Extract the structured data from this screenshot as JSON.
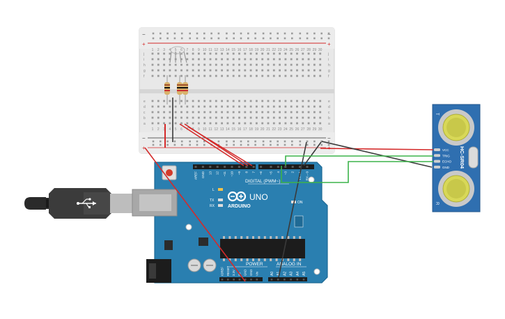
{
  "breadboard": {
    "row_letters_top": [
      "j",
      "i",
      "h",
      "g",
      "f"
    ],
    "row_letters_bottom": [
      "e",
      "d",
      "c",
      "b",
      "a"
    ],
    "column_numbers": [
      "1",
      "2",
      "3",
      "4",
      "5",
      "6",
      "7",
      "8",
      "9",
      "10",
      "11",
      "12",
      "13",
      "14",
      "15",
      "16",
      "17",
      "18",
      "19",
      "20",
      "21",
      "22",
      "23",
      "24",
      "25",
      "26",
      "27",
      "28",
      "29",
      "30"
    ],
    "rail_minus": "−",
    "rail_plus": "+"
  },
  "arduino": {
    "brand": "ARDUINO",
    "model": "UNO",
    "digital_label": "DIGITAL (PWM~)",
    "power_label": "POWER",
    "analog_label": "ANALOG IN",
    "on_label": "ON",
    "l_label": "L",
    "tx_label": "TX",
    "rx_label": "RX",
    "top_pins": [
      "AREF",
      "GND",
      "13",
      "12",
      "~11",
      "~10",
      "~9",
      "8",
      "7",
      "~6",
      "~5",
      "4",
      "~3",
      "2",
      "TX→1",
      "RX←0"
    ],
    "power_pins": [
      "IOREF",
      "RESET",
      "3.3V",
      "5V",
      "GND",
      "GND",
      "Vin"
    ],
    "analog_pins": [
      "A0",
      "A1",
      "A2",
      "A3",
      "A4",
      "A5"
    ]
  },
  "sensor": {
    "model": "HC-SR04",
    "pins": [
      "VCC",
      "TRIG",
      "ECHO",
      "GND"
    ],
    "mark_t": "T",
    "mark_r": "R"
  },
  "colors": {
    "board_blue": "#2a7fb0",
    "wire_red": "#d42a2a",
    "wire_black": "#3a3a3a",
    "wire_green": "#3cb34a",
    "breadboard": "#e6e6e6"
  }
}
